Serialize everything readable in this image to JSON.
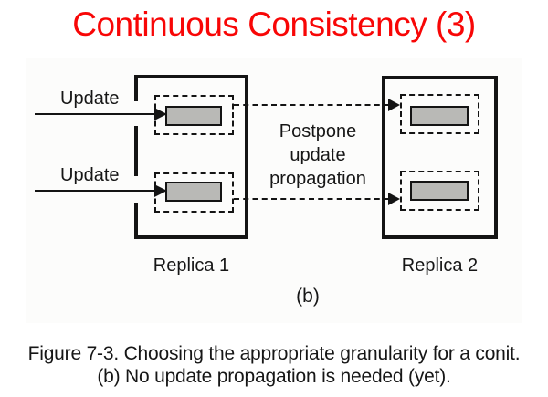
{
  "title": "Continuous Consistency (3)",
  "colors": {
    "title_red": "#f80606",
    "box_fill": "#b9b9b6",
    "line": "#141414"
  },
  "diagram": {
    "replica1": {
      "label": "Replica 1",
      "update_labels": [
        "Update",
        "Update"
      ]
    },
    "replica2": {
      "label": "Replica 2"
    },
    "postpone_note": "Postpone\nupdate\npropagation",
    "sub_label": "(b)"
  },
  "caption": {
    "line1": "Figure 7-3. Choosing the appropriate granularity for a conit.",
    "line2": "(b) No update propagation is needed (yet)."
  }
}
